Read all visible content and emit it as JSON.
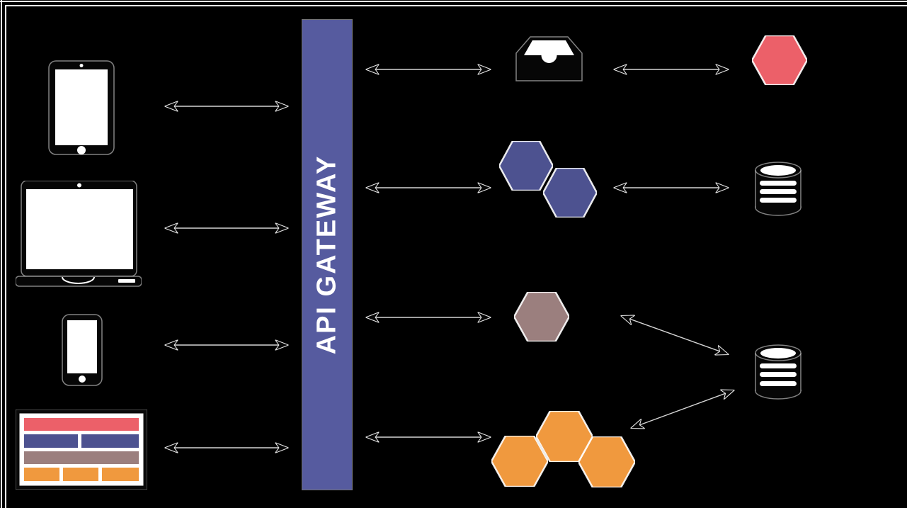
{
  "title": "API gateway microservices architecture diagram",
  "gateway": {
    "label": "API GATEWAY",
    "color": "#565b9f",
    "text_color": "#ffffff"
  },
  "colors": {
    "background": "#000000",
    "frame": "#ffffff",
    "red_service": "#ec6069",
    "blue_service": "#4d5290",
    "brown_service": "#9b7f7e",
    "orange_service": "#f0993e",
    "icon_black": "#060606",
    "icon_white": "#ffffff",
    "arrow_shaft": "#d6d6d6"
  },
  "clients": [
    {
      "icon": "tablet-icon"
    },
    {
      "icon": "laptop-icon"
    },
    {
      "icon": "smartphone-icon"
    },
    {
      "icon": "webpage-icon"
    }
  ],
  "services": [
    {
      "row": 1,
      "left_icon": "inbox-tray-icon",
      "right_icon": "red-hexagon",
      "link": "bidirectional-arrow"
    },
    {
      "row": 2,
      "left_icon": "blue-hexagon-pair",
      "right_icon": "database-icon",
      "link": "bidirectional-arrow"
    },
    {
      "row": 3,
      "left_icon": "brown-hexagon",
      "right_icon": "shared-database-icon",
      "link": "bidirectional-diagonal-arrow"
    },
    {
      "row": 4,
      "left_icon": "orange-hexagon-cluster",
      "right_icon": "shared-database-icon",
      "link": "bidirectional-diagonal-arrow"
    }
  ]
}
